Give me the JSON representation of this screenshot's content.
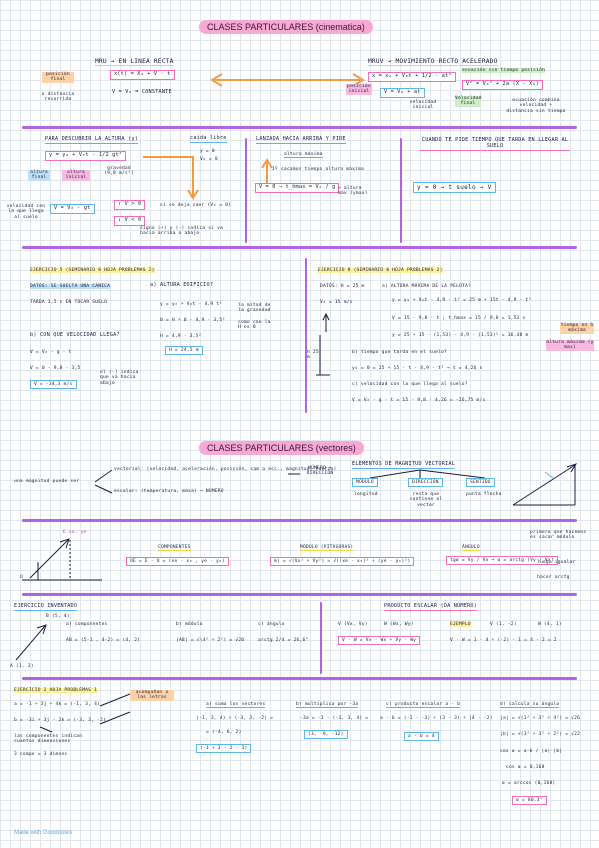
{
  "header": {
    "title_cin": "CLASES PARTICULARES (cinematica)",
    "title_vec": "CLASES PARTICULARES (vectores)"
  },
  "mru": {
    "title": "MRU → EN LINEA RECTA",
    "formula": "x(t) = X₀ + V · t",
    "pos_label": "posición final",
    "dist_label": "o distancia recorrida",
    "velocity": "V = V₀ = CONSTANTE"
  },
  "mruv": {
    "title": "MRUV → MOVIMIENTO RECTO ACELERADO",
    "formula": "x = x₀ + V₀t + 1/2 · at²",
    "pos_label": "posición inicial",
    "vel_formula": "V = V₀ + at",
    "vel_label": "velocidad inicial",
    "no_pos_title": "ecuación sin tiempo posición",
    "no_time_formula": "V² = V₀² + 2a (X - X₀)",
    "final_vel": "Velocidad final",
    "combo_note": "ecuación combina velocidad + distancia sin tiempo"
  },
  "height": {
    "title": "PARA DESCUBRIR LA ALTURA (y)",
    "formula": "y = y₀ + V₀t - 1/2 gt²",
    "alt_final": "altura final",
    "alt_initial": "altura inicial",
    "gravity": "gravedad (9,8 m/s²)",
    "vel_formula": "V = V₀ - gt",
    "vel_note": "velocidad con la que llega al suelo",
    "free_fall": "caída libre",
    "y0": "y = 0",
    "v0": "V₀ = 0",
    "up": "↑ V > 0",
    "down": "↓ V < 0",
    "drop_note": "si se deja caer (V₀ = 0)",
    "sign_note": "signo (+) y (-) indica si va hacia arriba o abajo"
  },
  "throw_up": {
    "title": "LANZADA HACIA ARRIBA Y PIDE",
    "sub": "altura máxima",
    "step": "1º sacamos tiempo altura máxima",
    "formula": "V = 0 → t_hmax = V₀ / g",
    "formula_note": "→ altura max (ymax)"
  },
  "hits_ground": {
    "title": "CUANDO TE PIDE TIEMPO QUE TARDA EN LLEGAR AL SUELO",
    "formula": "y = 0 → t suelo → V"
  },
  "ex5": {
    "title": "EJERCICIO 5 (SEMINARIO 8 HOJA PROBLEMAS 2)",
    "data": "DATOS: SE SUELTA UNA CANICA",
    "time": "TARDA 3,5 s EN TOCAR SUELO",
    "q_a": "a) ALTURA EDIFICIO?",
    "eq1": "y = y₀ + V₀t - 4,9 t²",
    "eq1_note": "la mitad de la gravedad",
    "eq2": "0 = H + 0 - 4,9 · 3,5²",
    "eq2_note": "como cae la H es 0",
    "eq3": "H = 4,9 · 3,5²",
    "result_h": "H = 24,5 m",
    "q_b": "b) CON QUE VELOCIDAD LLEGA?",
    "v1": "V = V₀ - g · t",
    "v2": "V = 0 - 9,8 · 3,5",
    "result_v": "V = -34,3 m/s",
    "note": "el (-) indica que va hacia abajo"
  },
  "ex8": {
    "title": "EJERCICIO 8 (SEMINARIO 8 HOJA PROBLEMAS 2)",
    "data": "DATOS: H = 25 m",
    "v0": "V₀ = 15 m/s",
    "q_a": "a) ALTURA MÁXIMA DE LA PELOTA?",
    "eq1": "y = y₀ + V₀t - 4,9 · t² = 25 m + 15t - 4,9 · t²",
    "eq2": "V = 15 - 9,8 · t ; t_hmax = 15 / 9,8 = 1,53 s",
    "eq3": "y = 25 + 15 · (1,53) - 4,9 · (1,53)² = 36,48 m",
    "tag_t": "tiempo en h máxima",
    "tag_h": "altura máxima (y max)",
    "h_label": "h 25 m",
    "q_time": "b) tiempo que tarda en el suelo?",
    "eq4": "y₀ = 0 = 25 + 15 · t - 4,9 · t² → t = 4,26 s",
    "q_c": "c) velocidad con la que llega al suelo?",
    "eq5": "V = V₀ - g · t = 15 - 9,8 · 4,26 = -26,75 m/s"
  },
  "vectors": {
    "magnitudes": "una magnitud puede ser",
    "vectorial": "vectorial: (velocidad, aceleración, posición, cam a ecc., magnitud, fuerza)",
    "escalar": "escalar: (temperatura, masa) → NÚMERO",
    "number_dir": "NÚMERO + DIRECCIÓN",
    "elements_title": "ELEMENTOS DE MAGNITUD VECTORIAL",
    "modulo": "MÓDULO",
    "modulo_desc": "longitud",
    "direccion": "DIRECCIÓN",
    "direccion_desc": "recta que contiene el vector",
    "sentido": "SENTIDO",
    "sentido_desc": "punta flecha",
    "comp_title": "COMPONENTES",
    "comp_formula": "OE = E - O = (xe - x₀ , ye - y₀)",
    "mod_title": "MÓDULO (PITÁGORAS)",
    "mod_formula": "m| = √(Vx² + Vy²) = √((xe - x₀)² + (ye - y₀)²)",
    "angle_title": "ÁNGULO",
    "angle_formula": "tgα = Vy / Vx → α = arctg (Vy / Vx)",
    "angle_note1": "primero que hacemos es sacar módulo",
    "angle_note2": "luego igualar",
    "angle_note3": "hacer arctg",
    "point_e": "E xe, ye",
    "point_o": "O"
  },
  "invented": {
    "title": "EJERCICIO INVENTADO",
    "a": "a) componentes",
    "a_eq": "AB = (5-1 , 4-2) = (4, 2)",
    "b": "b) módulo",
    "b_eq": "|AB| = √(4² + 2²) = √20",
    "c": "c) ángulo",
    "c_eq": "arctg 2/4 = 26,6°",
    "point_b": "B (5, 4)",
    "point_a": "A (1, 2)"
  },
  "scalar_product": {
    "title": "PRODUCTO ESCALAR (DA NÚMERO)",
    "v": "V (Vx, Vy)",
    "w": "W (Wx, Wy)",
    "formula": "V · W = Vx · Wx + Vy · Wy",
    "example": "EJEMPLO",
    "v_ex": "V (1, -2)",
    "w_ex": "W (4, 1)",
    "ex_eq": "V · W = 1 · 4 + (-2) · 1 = 4 - 2 = 2"
  },
  "ex2": {
    "title": "EJERCICIO 2 HOJA PROBLEMAS 1",
    "a": "a = -1 + 3j + 4k = (-1, 3, 4)",
    "b": "b = -3i + 3j - 2k = (-3, 3, -2)",
    "note": "acompañan a las letras",
    "comp_note": "las componentes indican cuantas dimensiones",
    "comp_3": "3 compo = 3 dimens",
    "col_a": "a) suma los vectores",
    "col_a_eq1": "(-1, 3, 4) + (-3, 3, -2) =",
    "col_a_eq2": "= (-4, 6, 2)",
    "col_a_eq3": "(-1 + 3 · 2 - 3)",
    "col_b": "b) multiplica por -3a",
    "col_b_eq1": "-3a = -3 · (-1, 3, 4) =",
    "col_b_eq2": "(3, -9, -12)",
    "col_c": "c) producto escalar a · b",
    "col_c_eq1": "a · b = (-1 · -3) + (3 · 3) + (4 · -2)",
    "col_c_eq2": "a · b = 4",
    "col_d": "d) calcula su ángulo",
    "col_d_eq1": "|a| = √(1² + 3² + 4²) = √26",
    "col_d_eq2": "|b| = √(3² + 3² + 2²) = √22",
    "col_d_eq3": "cos α = a·b / |a|·|b|",
    "col_d_eq4": "cos α = 0,168",
    "col_d_eq5": "α = arccos (0,168)",
    "col_d_eq6": "α = 80,3°"
  },
  "footer": {
    "brand": "Made with Goodnotes"
  }
}
